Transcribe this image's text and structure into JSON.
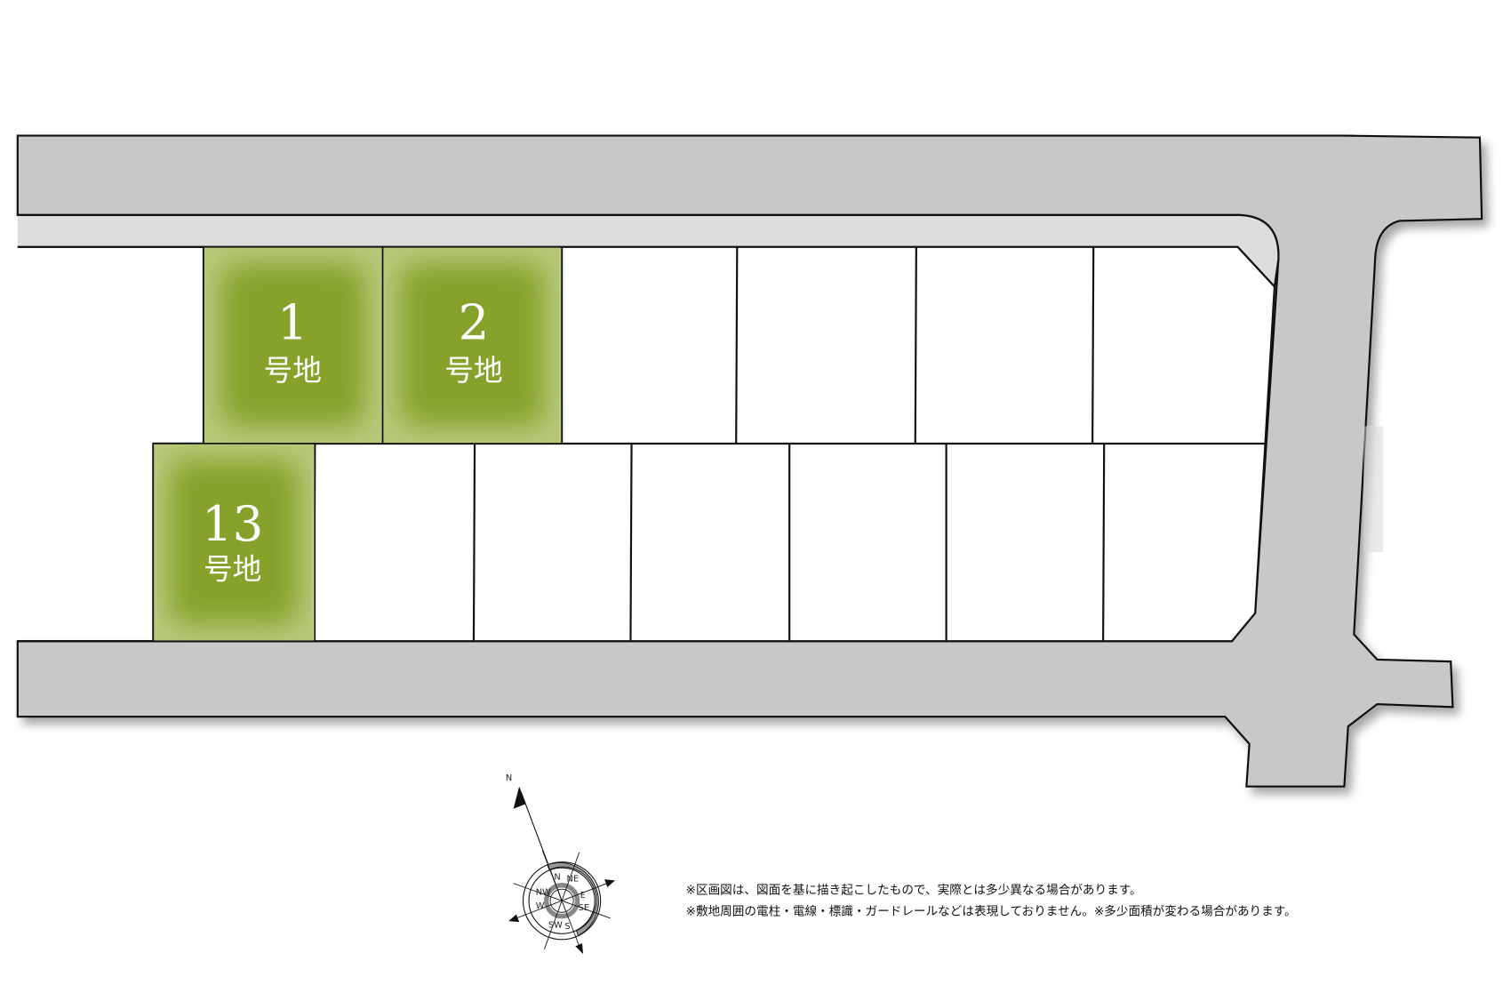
{
  "colors": {
    "road": "#c8c8c8",
    "sidewalk": "#dcdedd",
    "highlighted_lot": "#87a32b",
    "lot": "#ffffff",
    "outline": "#111111"
  },
  "lots": [
    {
      "number": "1",
      "suffix": "号地",
      "highlighted": true
    },
    {
      "number": "2",
      "suffix": "号地",
      "highlighted": true
    },
    {
      "number": "13",
      "suffix": "号地",
      "highlighted": true
    }
  ],
  "compass": {
    "north": "N",
    "labels": [
      "N",
      "NE",
      "E",
      "SE",
      "S",
      "SW",
      "W",
      "NW"
    ]
  },
  "notes": [
    "※区画図は、図面を基に描き起こしたもので、実際とは多少異なる場合があります。",
    "※敷地周囲の電柱・電線・標識・ガードレールなどは表現しておりません。※多少面積が変わる場合があります。"
  ]
}
